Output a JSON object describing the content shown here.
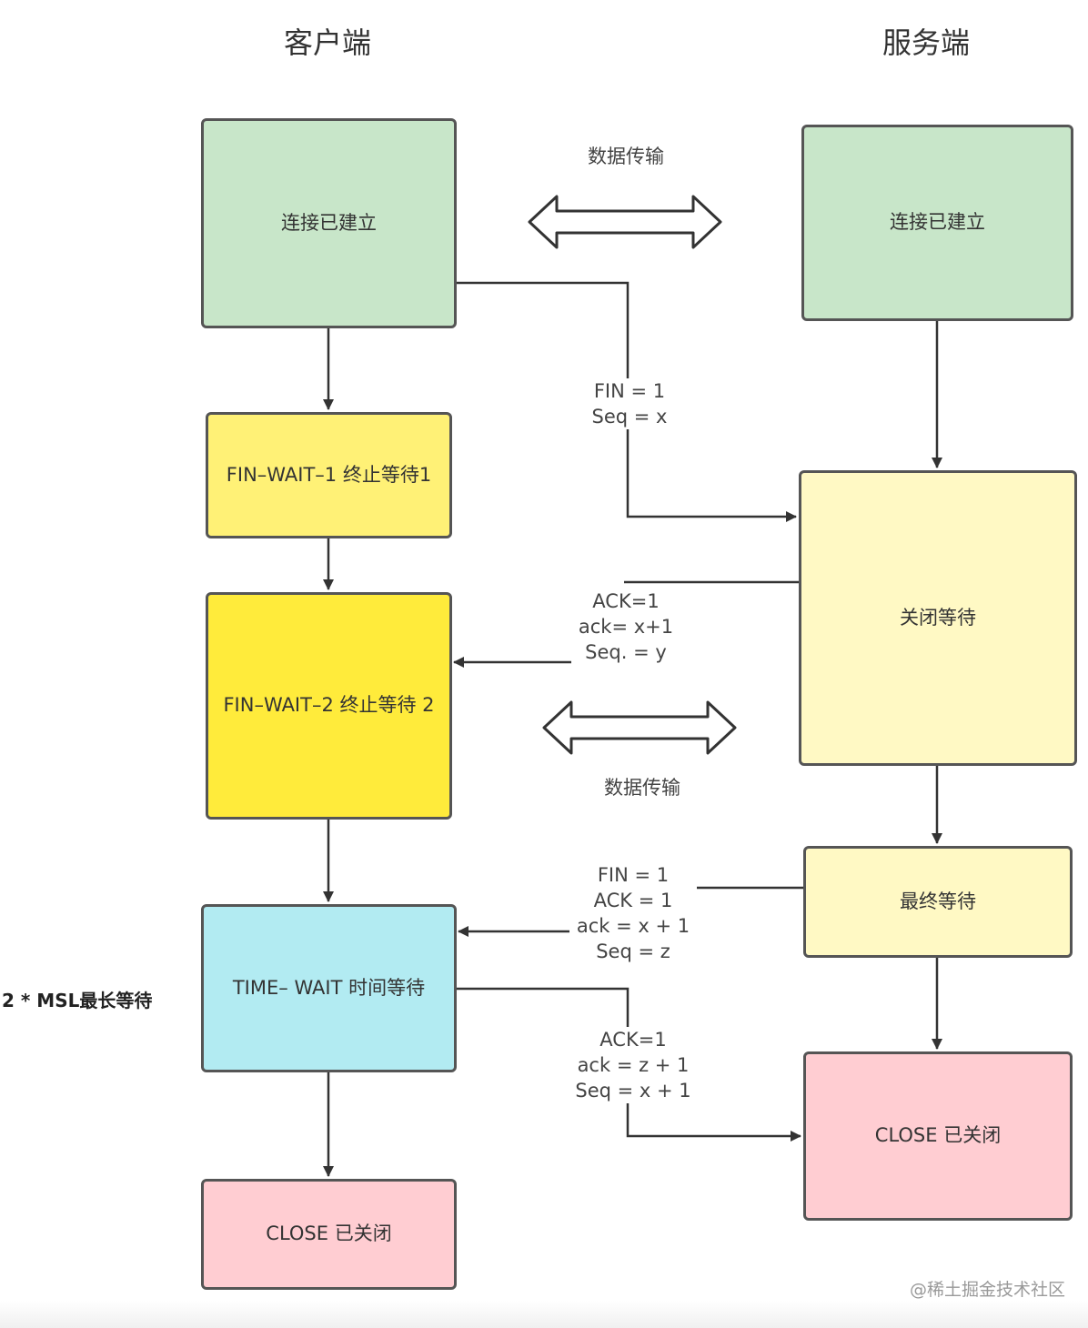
{
  "headings": {
    "client": "客户端",
    "server": "服务端"
  },
  "client_states": {
    "established": "连接已建立",
    "fin_wait_1": "FIN–WAIT–1 终止等待1",
    "fin_wait_2": "FIN–WAIT–2 终止等待 2",
    "time_wait": "TIME– WAIT 时间等待",
    "closed": "CLOSE 已关闭"
  },
  "server_states": {
    "established": "连接已建立",
    "close_wait": "关闭等待",
    "last_ack": "最终等待",
    "closed": "CLOSE 已关闭"
  },
  "data_transfer_label_top": "数据传输",
  "data_transfer_label_mid": "数据传输",
  "messages": {
    "fin1": [
      "FIN = 1",
      "Seq = x"
    ],
    "ack1": [
      "ACK=1",
      "ack= x+1",
      "Seq. = y"
    ],
    "fin2": [
      "FIN = 1",
      "ACK = 1",
      "ack = x + 1",
      "Seq = z"
    ],
    "ack2": [
      "ACK=1",
      "ack = z + 1",
      "Seq = x + 1"
    ]
  },
  "time_wait_note": "2 * MSL最长等待",
  "watermark": "@稀土掘金技术社区",
  "colors": {
    "established": "#c8e6c9",
    "fin_wait_1": "#fff176",
    "fin_wait_2": "#ffeb3b",
    "time_wait": "#b2ebf2",
    "closed": "#ffcdd2",
    "wait_light": "#fff9c4",
    "stroke": "#333333"
  }
}
